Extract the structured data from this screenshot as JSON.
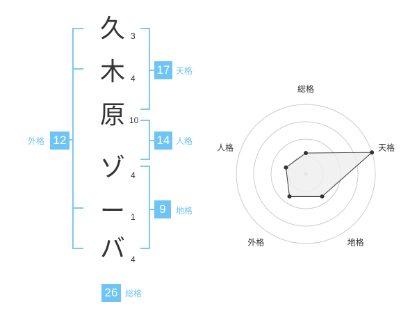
{
  "name_chars": [
    {
      "char": "久",
      "strokes": "3"
    },
    {
      "char": "木",
      "strokes": "4"
    },
    {
      "char": "原",
      "strokes": "10"
    },
    {
      "char": "ゾ",
      "strokes": "4"
    },
    {
      "char": "ー",
      "strokes": "1"
    },
    {
      "char": "バ",
      "strokes": "4"
    }
  ],
  "kaku": {
    "tenkaku": {
      "label": "天格",
      "value": "17"
    },
    "jinkaku": {
      "label": "人格",
      "value": "14"
    },
    "chikaku": {
      "label": "地格",
      "value": "9"
    },
    "gaikaku": {
      "label": "外格",
      "value": "12"
    },
    "soukaku": {
      "label": "総格",
      "value": "26"
    }
  },
  "chart_data": {
    "type": "radar",
    "axes": [
      "総格",
      "天格",
      "地格",
      "外格",
      "人格"
    ],
    "values": [
      0.3,
      1.0,
      0.4,
      0.4,
      0.3
    ],
    "rings": 4,
    "colors": {
      "ring": "#cccccc",
      "fill": "#eeeeee",
      "line": "#333333",
      "point": "#333333",
      "center": "#cccccc"
    }
  }
}
